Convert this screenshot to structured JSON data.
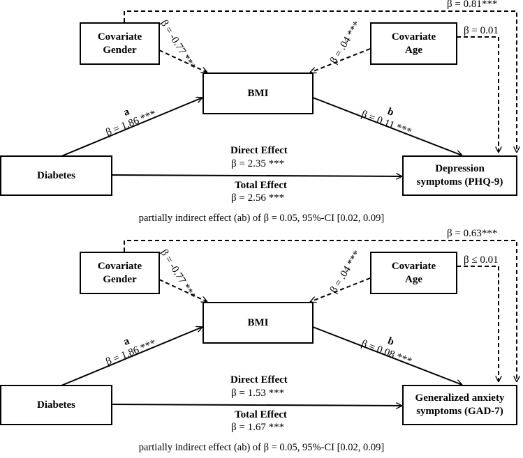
{
  "panels": [
    {
      "covariate_gender": [
        "Covariate",
        "Gender"
      ],
      "covariate_age": [
        "Covariate",
        "Age"
      ],
      "mediator": "BMI",
      "predictor": "Diabetes",
      "outcome": [
        "Depression",
        "symptoms (PHQ-9)"
      ],
      "path_a_letter": "a",
      "path_a_value": "β = 1.86 ***",
      "path_b_letter": "b",
      "path_b_value": "β = 0.11 ***",
      "gender_bmi": "β = -0.77 ***",
      "age_bmi": "β = .04 ***",
      "gender_outcome": "β = 0.81***",
      "age_outcome": "β = 0.01",
      "direct_label": "Direct Effect",
      "direct_value": "β = 2.35 ***",
      "total_label": "Total Effect",
      "total_value": "β = 2.56 ***",
      "indirect": "partially indirect effect (ab) of β = 0.05, 95%-CI [0.02, 0.09]"
    },
    {
      "covariate_gender": [
        "Covariate",
        "Gender"
      ],
      "covariate_age": [
        "Covariate",
        "Age"
      ],
      "mediator": "BMI",
      "predictor": "Diabetes",
      "outcome": [
        "Generalized anxiety",
        "symptoms (GAD-7)"
      ],
      "path_a_letter": "a",
      "path_a_value": "β = 1.86 ***",
      "path_b_letter": "b",
      "path_b_value": "β = 0.08 ***",
      "gender_bmi": "β = -0.77 ***",
      "age_bmi": "β = .04 ***",
      "gender_outcome": "β = 0.63***",
      "age_outcome": "β ≤ 0.01",
      "direct_label": "Direct Effect",
      "direct_value": "β = 1.53 ***",
      "total_label": "Total Effect",
      "total_value": "β = 1.67 ***",
      "indirect": "partially indirect effect (ab) of β = 0.05, 95%-CI [0.02, 0.09]"
    }
  ]
}
